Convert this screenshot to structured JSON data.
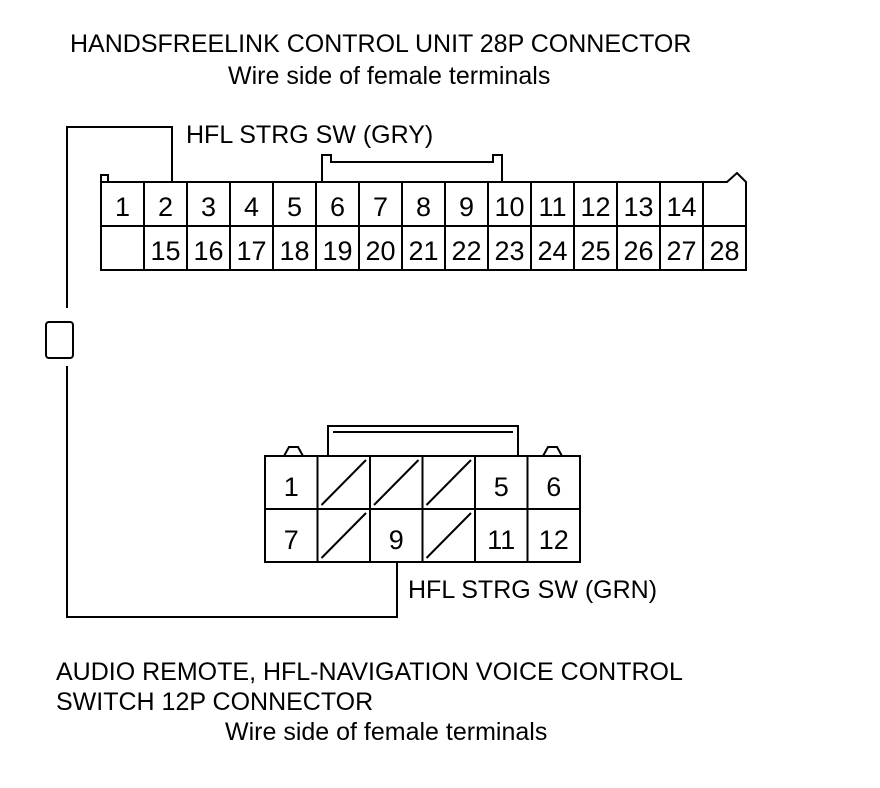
{
  "connector_28p": {
    "title": "HANDSFREELINK CONTROL UNIT 28P CONNECTOR",
    "subtitle": "Wire side of female terminals",
    "row1": [
      "1",
      "2",
      "3",
      "4",
      "5",
      "6",
      "7",
      "8",
      "9",
      "10",
      "11",
      "12",
      "13",
      "14",
      ""
    ],
    "row2": [
      "",
      "15",
      "16",
      "17",
      "18",
      "19",
      "20",
      "21",
      "22",
      "23",
      "24",
      "25",
      "26",
      "27",
      "28"
    ]
  },
  "connector_12p": {
    "title_line1": "AUDIO REMOTE, HFL-NAVIGATION VOICE CONTROL",
    "title_line2": "SWITCH 12P CONNECTOR",
    "subtitle": "Wire side of female terminals",
    "row1": [
      "1",
      "/",
      "/",
      "/",
      "5",
      "6"
    ],
    "row2": [
      "7",
      "/",
      "9",
      "/",
      "11",
      "12"
    ]
  },
  "wires": {
    "top_label": "HFL STRG SW (GRY)",
    "bottom_label": "HFL STRG SW (GRN)"
  }
}
